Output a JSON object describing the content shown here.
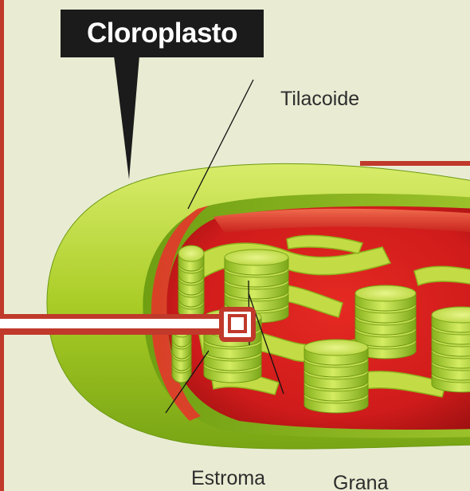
{
  "title": "Cloroplasto",
  "labels": {
    "thylakoid": "Tilacoide",
    "stroma": "Estroma",
    "grana": "Grana"
  },
  "colors": {
    "background": "#e9ecd3",
    "border_red": "#c0392b",
    "outer_membrane": "#a8c81f",
    "stroma_red": "#d31f1f",
    "thylakoid_green": "#bcd94a",
    "title_box": "#1b1b1b"
  }
}
